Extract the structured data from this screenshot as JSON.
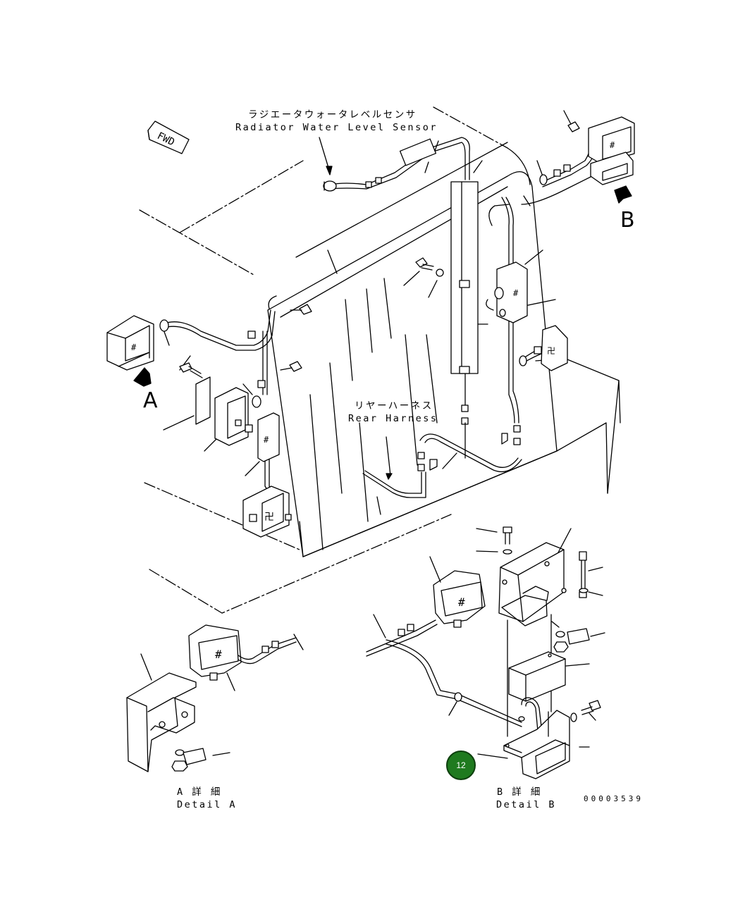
{
  "labels": {
    "radiator_jp": "ラジエータウォータレベルセンサ",
    "radiator_en": "Radiator Water Level Sensor",
    "rear_harness_jp": "リヤーハーネス",
    "rear_harness_en": "Rear Harness",
    "fwd": "FWD",
    "view_a": "A",
    "view_b": "B",
    "detail_a_jp": "A 詳 細",
    "detail_a_en": "Detail A",
    "detail_b_jp": "B 詳 細",
    "detail_b_en": "Detail B",
    "drawing_code": "00003539"
  },
  "callout": {
    "number": "12",
    "color": "#1f7a1f"
  },
  "icons": [
    "fwd-arrow-icon",
    "view-arrow-a-icon",
    "view-arrow-b-icon"
  ]
}
